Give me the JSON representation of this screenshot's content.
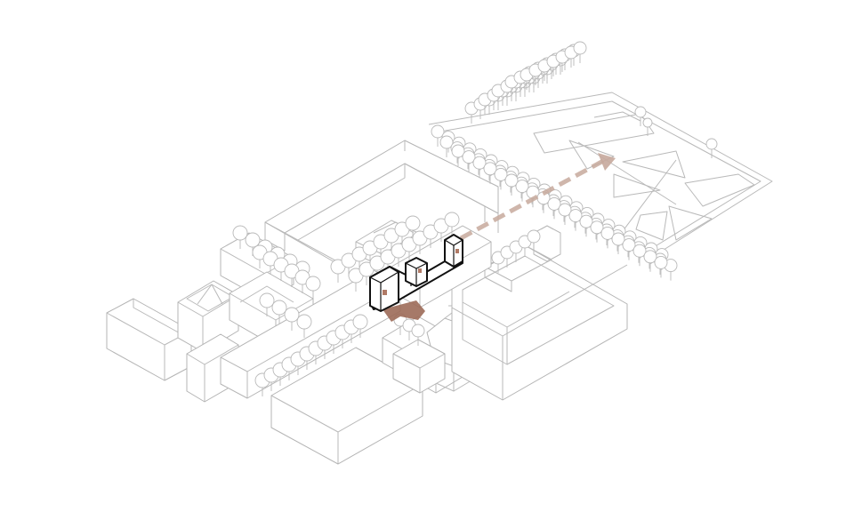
{
  "colors": {
    "background": "#ffffff",
    "context_lines": "#b9b9b9",
    "highlight_building": "#111111",
    "window_accent": "#b07a66",
    "arrow_dashed": "#b89484",
    "arrow_entry": "#9c6a58"
  },
  "layers": {
    "context": "context-buildings",
    "trees": "tree-rows",
    "highlight": "highlighted-building",
    "arrows": "circulation-arrows"
  }
}
